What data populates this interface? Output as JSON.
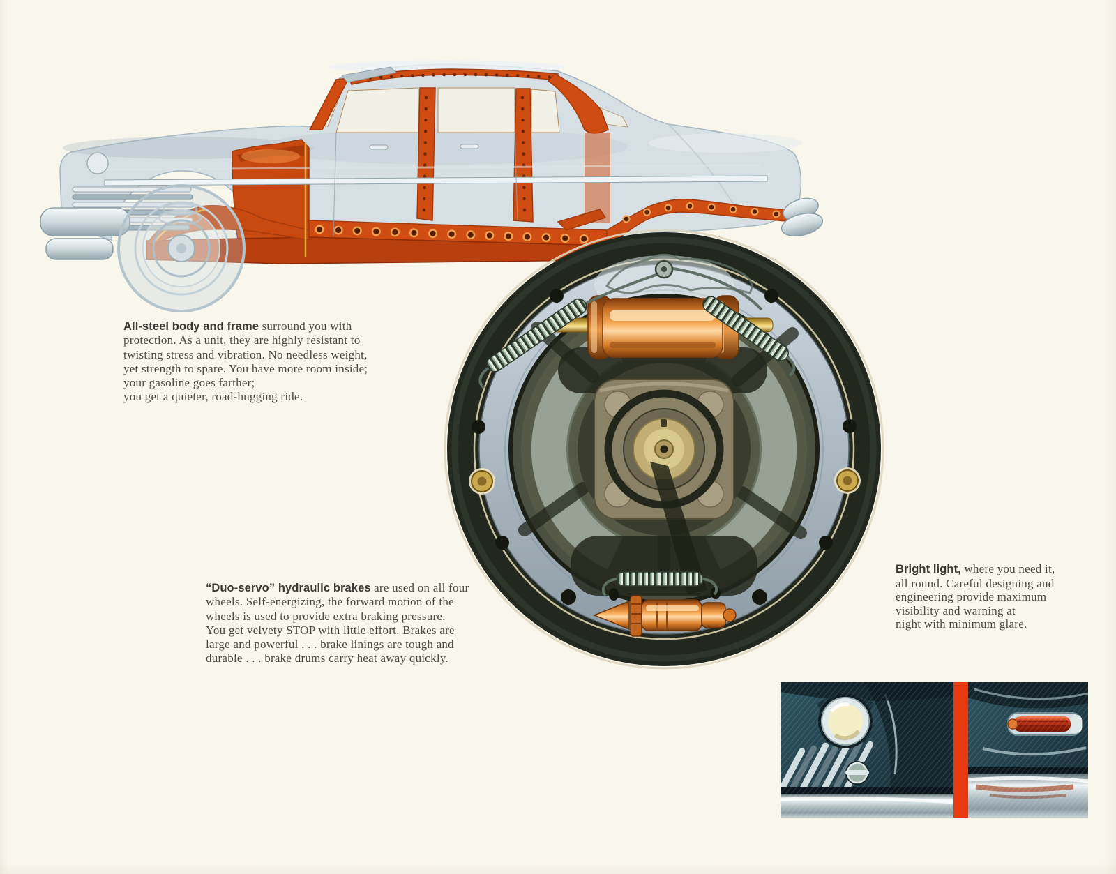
{
  "theme": {
    "page-bg": "#f9f6ec",
    "ink": "#4a4a42",
    "lead-ink": "#3a3a32",
    "accent-orange": "#e8380d",
    "frame-orange": "#cf4d12",
    "frame-orange-dark": "#a33a0e",
    "body-blue": "#d2dce2",
    "photo-teal": "#24424d"
  },
  "captions": {
    "body_frame": {
      "lead": "All-steel body and frame",
      "first_line_rest": " surround you with",
      "lines": [
        "protection. As a unit, they are highly resistant to",
        "twisting stress and vibration. No needless weight,",
        "yet strength to spare. You have more room inside;",
        "your gasoline goes farther;",
        "you get a quieter, road-hugging ride."
      ]
    },
    "brakes": {
      "lead": "“Duo-servo” hydraulic brakes",
      "first_line_rest": " are used on all four",
      "lines": [
        "wheels. Self-energizing, the forward motion of the",
        "wheels is used to provide extra braking pressure.",
        "You get velvety STOP with little effort. Brakes are",
        "large and powerful . . . brake linings are tough and",
        "durable . . . brake drums carry heat away quickly."
      ]
    },
    "lights": {
      "lead": "Bright light,",
      "first_line_rest": " where you need it,",
      "lines": [
        "all round. Careful designing and",
        "engineering provide maximum",
        "visibility and warning at",
        "night with minimum glare."
      ]
    }
  },
  "illustrations": {
    "car_cutaway": {
      "label": "phantom-view sedan: all-steel body and frame",
      "body_color": "#d2dce2",
      "frame_color": "#cf4d12"
    },
    "brake_assembly": {
      "label": "duo-servo hydraulic brake",
      "plate_color": "#b4c0c9",
      "copper_color": "#e5913c",
      "spring_color": "#8fa992"
    },
    "lights_photos": {
      "left_label": "headlight close-up",
      "right_label": "tail light close-up",
      "divider_color": "#e8380d",
      "car_color": "#24424d"
    }
  }
}
